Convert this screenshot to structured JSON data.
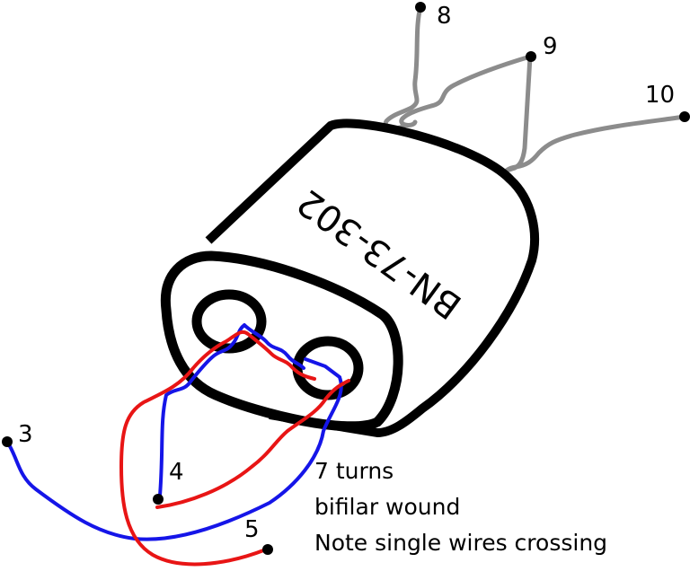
{
  "core": {
    "part_number": "BN-73-302"
  },
  "pins": {
    "p3": "3",
    "p4": "4",
    "p5": "5",
    "p8": "8",
    "p9": "9",
    "p10": "10"
  },
  "notes": {
    "line1": "7 turns",
    "line2": "bifilar wound",
    "line3": "Note single wires crossing"
  },
  "colors": {
    "outline": "#000000",
    "wire_blue": "#1515e8",
    "wire_red": "#e81515",
    "wire_gray": "#8c8c8c"
  }
}
